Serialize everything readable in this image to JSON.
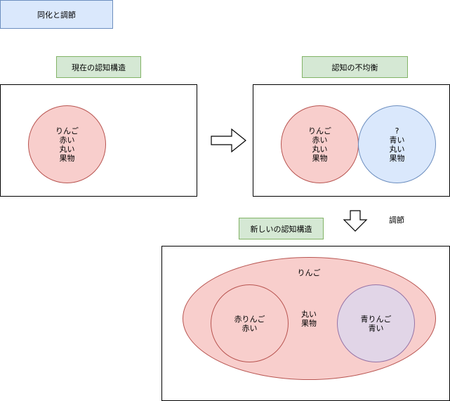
{
  "title": "同化と調節",
  "current": {
    "label": "現在の認知構造",
    "circle_lines": [
      "りんご",
      "赤い",
      "丸い",
      "果物"
    ]
  },
  "imbalance": {
    "label": "認知の不均衡",
    "red_lines": [
      "りんご",
      "赤い",
      "丸い",
      "果物"
    ],
    "blue_lines": [
      "?",
      "青い",
      "丸い",
      "果物"
    ]
  },
  "accommodation_label": "調節",
  "new_structure": {
    "label": "新しいの認知構造",
    "outer_label": "りんご",
    "center_lines": [
      "丸い",
      "果物"
    ],
    "left_lines": [
      "赤りんご",
      "赤い"
    ],
    "right_lines": [
      "青りんご",
      "青い"
    ]
  },
  "colors": {
    "red_fill": "#f8cecc",
    "red_stroke": "#b85450",
    "blue_fill": "#dae8fc",
    "blue_stroke": "#6c8ebf",
    "green_fill": "#d5e8d4",
    "green_stroke": "#82b366",
    "purple_fill": "#e1d5e7",
    "purple_stroke": "#9673a6"
  }
}
